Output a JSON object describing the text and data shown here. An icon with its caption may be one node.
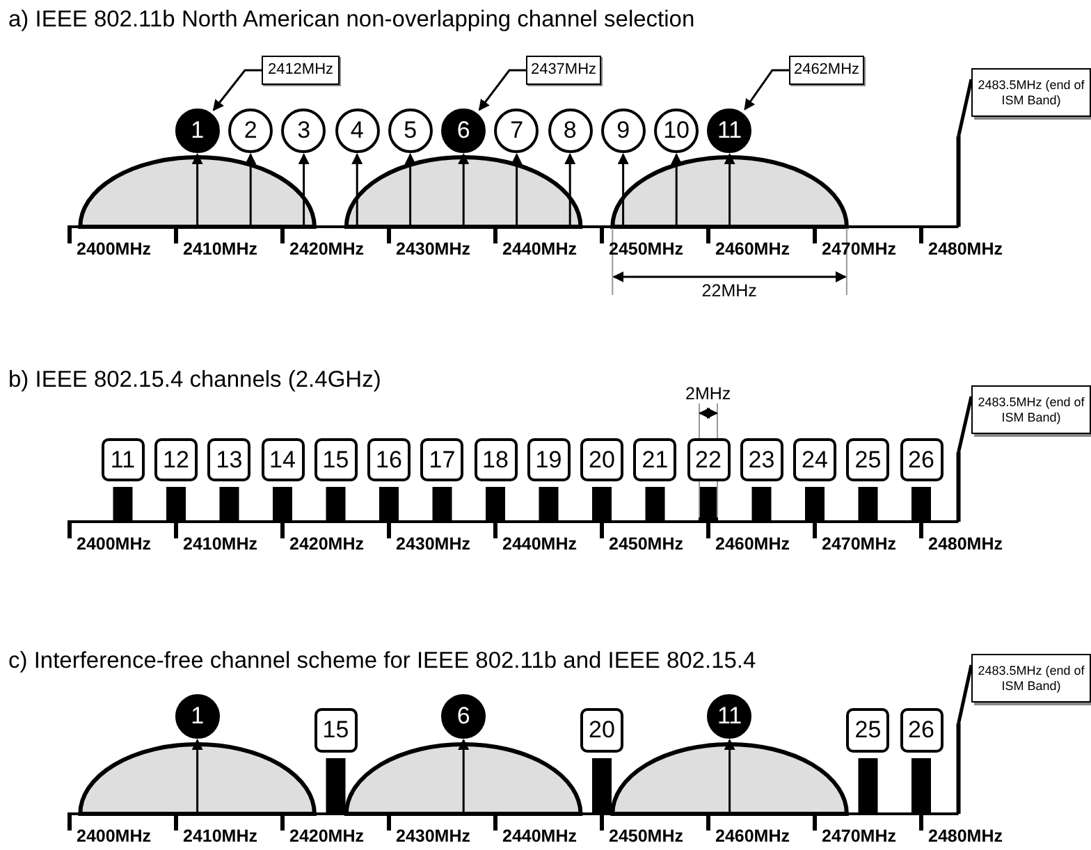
{
  "diagram": {
    "nodes": [
      {
        "text": [
          "2412MHz"
        ]
      },
      {
        "text": [
          "2437MHz"
        ]
      },
      {
        "text": [
          "2462MHz"
        ]
      },
      {
        "text": [
          "2483.5MHz (end of ISM Band)"
        ]
      },
      {
        "text": [
          "1"
        ]
      },
      {
        "text": [
          "2"
        ]
      },
      {
        "text": [
          "3"
        ]
      },
      {
        "text": [
          "4"
        ]
      },
      {
        "text": [
          "5"
        ]
      },
      {
        "text": [
          "6"
        ]
      },
      {
        "text": [
          "7"
        ]
      },
      {
        "text": [
          "8"
        ]
      },
      {
        "text": [
          "9"
        ]
      },
      {
        "text": [
          "10"
        ]
      },
      {
        "text": [
          "11"
        ]
      },
      {
        "text": [
          "2483.5MHz (end of ISM Band)"
        ]
      },
      {
        "text": [
          "11"
        ]
      },
      {
        "text": [
          "12"
        ]
      },
      {
        "text": [
          "13"
        ]
      },
      {
        "text": [
          "14"
        ]
      },
      {
        "text": [
          "15"
        ]
      },
      {
        "text": [
          "16"
        ]
      },
      {
        "text": [
          "17"
        ]
      },
      {
        "text": [
          "18"
        ]
      },
      {
        "text": [
          "19"
        ]
      },
      {
        "text": [
          "20"
        ]
      },
      {
        "text": [
          "21"
        ]
      },
      {
        "text": [
          "22"
        ]
      },
      {
        "text": [
          "23"
        ]
      },
      {
        "text": [
          "24"
        ]
      },
      {
        "text": [
          "25"
        ]
      },
      {
        "text": [
          "26"
        ]
      },
      {
        "text": [
          "2483.5MHz (end of ISM Band)"
        ]
      },
      {
        "text": [
          "1"
        ]
      },
      {
        "text": [
          "6"
        ]
      },
      {
        "text": [
          "11"
        ]
      },
      {
        "text": [
          "15"
        ]
      },
      {
        "text": [
          "20"
        ]
      },
      {
        "text": [
          "25"
        ]
      },
      {
        "text": [
          "26"
        ]
      },
      {
        "text": [],
        "shape": "bar"
      },
      {
        "text": [],
        "shape": "bar"
      },
      {
        "text": [],
        "shape": "bar"
      },
      {
        "text": [],
        "shape": "line"
      },
      {
        "text": [],
        "shape": "line"
      },
      {
        "text": [],
        "shape": "line"
      }
    ],
    "edges": [
      {
        "from": 0,
        "to": 4,
        "arrow": "to"
      },
      {
        "from": 1,
        "to": 9,
        "arrow": "to"
      },
      {
        "from": 2,
        "to": 14,
        "arrow": "to"
      },
      {
        "from": 3,
        "to": 40,
        "arrow": "none"
      },
      {
        "from": 43,
        "to": 4,
        "arrow": "to"
      },
      {
        "from": 43,
        "to": 5,
        "arrow": "to"
      },
      {
        "from": 43,
        "to": 6,
        "arrow": "to"
      },
      {
        "from": 43,
        "to": 7,
        "arrow": "to"
      },
      {
        "from": 43,
        "to": 8,
        "arrow": "to"
      },
      {
        "from": 43,
        "to": 9,
        "arrow": "to"
      },
      {
        "from": 43,
        "to": 10,
        "arrow": "to"
      },
      {
        "from": 43,
        "to": 11,
        "arrow": "to"
      },
      {
        "from": 43,
        "to": 12,
        "arrow": "to"
      },
      {
        "from": 43,
        "to": 13,
        "arrow": "to"
      },
      {
        "from": 43,
        "to": 14,
        "arrow": "to"
      },
      {
        "from": 15,
        "to": 41,
        "arrow": "none"
      },
      {
        "from": 32,
        "to": 42,
        "arrow": "none"
      },
      {
        "from": 45,
        "to": 33,
        "arrow": "to"
      },
      {
        "from": 45,
        "to": 34,
        "arrow": "to"
      },
      {
        "from": 45,
        "to": 35,
        "arrow": "to"
      }
    ],
    "labels": [
      "a) IEEE 802.11b North American non-overlapping channel selection",
      "2400MHz",
      "2410MHz",
      "2420MHz",
      "2430MHz",
      "2440MHz",
      "2450MHz",
      "2460MHz",
      "2470MHz",
      "2480MHz",
      "22MHz",
      "b) IEEE 802.15.4 channels (2.4GHz)",
      "2MHz",
      "2400MHz",
      "2410MHz",
      "2420MHz",
      "2430MHz",
      "2440MHz",
      "2450MHz",
      "2460MHz",
      "2470MHz",
      "2480MHz",
      "c) Interference-free channel scheme for IEEE 802.11b and IEEE 802.15.4",
      "2400MHz",
      "2410MHz",
      "2420MHz",
      "2430MHz",
      "2440MHz",
      "2450MHz",
      "2460MHz",
      "2470MHz",
      "2480MHz"
    ]
  }
}
